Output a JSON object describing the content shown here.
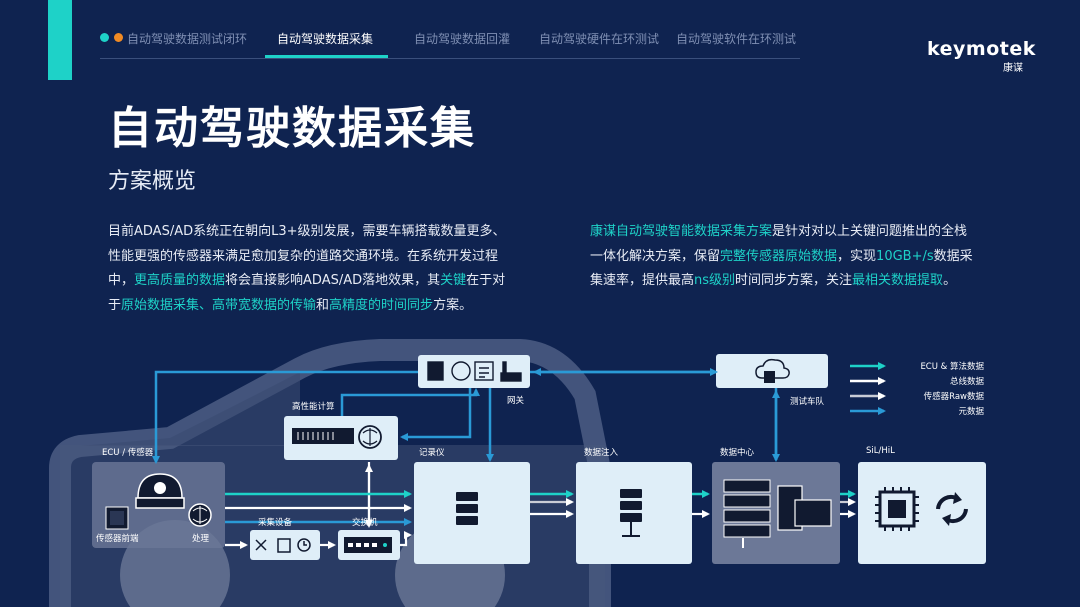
{
  "nav": {
    "tabs": [
      {
        "label": "自动驾驶数据测试闭环",
        "active": false
      },
      {
        "label": "自动驾驶数据采集",
        "active": true
      },
      {
        "label": "自动驾驶数据回灌",
        "active": false
      },
      {
        "label": "自动驾驶硬件在环测试",
        "active": false
      },
      {
        "label": "自动驾驶软件在环测试",
        "active": false
      }
    ]
  },
  "logo": {
    "wordmark": "keymotek",
    "chinese": "康谋"
  },
  "page": {
    "title": "自动驾驶数据采集",
    "subtitle": "方案概览"
  },
  "left_paragraph": [
    [
      {
        "t": "目前ADAS/AD系统正在朝向L3+级别发展，需要车辆搭载数量更多、",
        "h": false
      }
    ],
    [
      {
        "t": "性能更强的传感器来满足愈加复杂的道路交通环境。在系统开发过程",
        "h": false
      }
    ],
    [
      {
        "t": "中，",
        "h": false
      },
      {
        "t": "更高质量的数据",
        "h": true
      },
      {
        "t": "将会直接影响ADAS/AD落地效果，其",
        "h": false
      },
      {
        "t": "关键",
        "h": true
      },
      {
        "t": "在于对",
        "h": false
      }
    ],
    [
      {
        "t": "于",
        "h": false
      },
      {
        "t": "原始数据采集、高带宽数据的传输",
        "h": true
      },
      {
        "t": "和",
        "h": false
      },
      {
        "t": "高精度的时间同步",
        "h": true
      },
      {
        "t": "方案。",
        "h": false
      }
    ]
  ],
  "right_paragraph": [
    [
      {
        "t": "康谋自动驾驶智能数据采集方案",
        "h": true
      },
      {
        "t": "是针对对以上关键问题推出的全栈",
        "h": false
      }
    ],
    [
      {
        "t": "一体化解决方案，保留",
        "h": false
      },
      {
        "t": "完整传感器原始数据",
        "h": true
      },
      {
        "t": "，实现",
        "h": false
      },
      {
        "t": "10GB+/s",
        "h": true
      },
      {
        "t": "数据采",
        "h": false
      }
    ],
    [
      {
        "t": "集速率，提供最高",
        "h": false
      },
      {
        "t": "ns级别",
        "h": true
      },
      {
        "t": "时间同步方案，关注",
        "h": false
      },
      {
        "t": "最相关数据提取",
        "h": true
      },
      {
        "t": "。",
        "h": false
      }
    ]
  ],
  "diagram": {
    "labels": {
      "gateway": "网关",
      "hpc": "高性能计算",
      "test_fleet": "测试车队",
      "ecu_sensor": "ECU / 传感器",
      "recorder": "记录仪",
      "data_injection": "数据注入",
      "data_center": "数据中心",
      "sil_hil": "SiL/HiL",
      "acquisition_device": "采集设备",
      "switch": "交换机",
      "sensor_frontend": "传感器前端",
      "processing": "处理"
    },
    "legend": [
      "ECU & 算法数据",
      "总线数据",
      "传感器Raw数据",
      "元数据"
    ],
    "colors": {
      "ecu_algo": "#1ed2c8",
      "bus": "#ffffff",
      "sensor_raw": "#c9ccd6",
      "meta": "#2a9ad6"
    }
  }
}
